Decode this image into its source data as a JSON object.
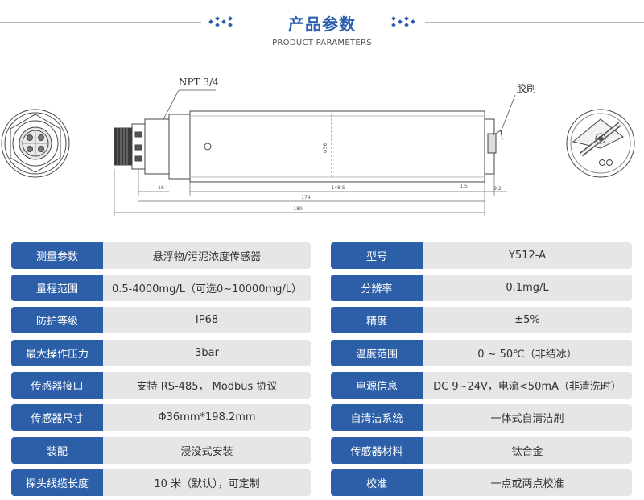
{
  "header": {
    "title": "产品参数",
    "subtitle": "PRODUCT PARAMETERS"
  },
  "drawing": {
    "thread_label": "NPT 3/4",
    "brush_label": "胶刷",
    "dim_16": "16",
    "dim_148_5": "148.5",
    "dim_1_5": "1.5",
    "dim_9_2": "9.2",
    "dim_174": "174",
    "dim_189": "189",
    "dim_36": "Φ36"
  },
  "specs": [
    {
      "k1": "测量参数",
      "v1": "悬浮物/污泥浓度传感器",
      "k2": "型号",
      "v2": "Y512-A"
    },
    {
      "k1": "量程范围",
      "v1": "0.5-4000mg/L（可选0~10000mg/L）",
      "k2": "分辨率",
      "v2": "0.1mg/L"
    },
    {
      "k1": "防护等级",
      "v1": "IP68",
      "k2": "精度",
      "v2": "±5%"
    },
    {
      "k1": "最大操作压力",
      "v1": "3bar",
      "k2": "温度范围",
      "v2": "0 ~ 50℃（非结冰）"
    },
    {
      "k1": "传感器接口",
      "v1": "支持 RS-485， Modbus 协议",
      "k2": "电源信息",
      "v2": "DC 9~24V，电流<50mA（非清洗时）"
    },
    {
      "k1": "传感器尺寸",
      "v1": "Φ36mm*198.2mm",
      "k2": "自清洁系统",
      "v2": "一体式自清洁刷"
    },
    {
      "k1": "装配",
      "v1": "浸没式安装",
      "k2": "传感器材料",
      "v2": "钛合金"
    },
    {
      "k1": "探头线缆长度",
      "v1": "10 米（默认），可定制",
      "k2": "校准",
      "v2": "一点或两点校准"
    }
  ]
}
